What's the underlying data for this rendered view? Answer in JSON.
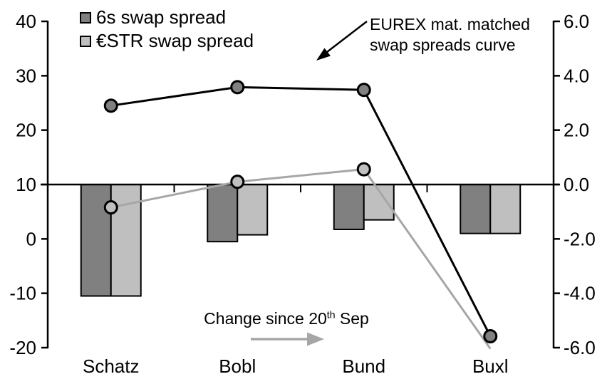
{
  "legend": {
    "items": [
      {
        "label": "6s swap spread",
        "color": "#808080"
      },
      {
        "label": "€STR swap spread",
        "color": "#bfbfbf"
      }
    ]
  },
  "annotations": {
    "curve_label_line1": "EUREX mat. matched",
    "curve_label_line2": "swap spreads curve",
    "change_label": {
      "prefix": "Change since 20",
      "sup": "th",
      "suffix": " Sep"
    }
  },
  "colors": {
    "dark_gray": "#808080",
    "light_gray": "#bfbfbf",
    "gray_line": "#a6a6a6",
    "black": "#000000"
  },
  "chart_data": {
    "type": "combo-bar-line",
    "categories": [
      "Schatz",
      "Bobl",
      "Bund",
      "Buxl"
    ],
    "left_axis": {
      "min": -20,
      "max": 40,
      "ticks": [
        "40",
        "30",
        "20",
        "10",
        "0",
        "-10",
        "-20"
      ]
    },
    "right_axis": {
      "min": -6.0,
      "max": 6.0,
      "ticks": [
        "6.0",
        "4.0",
        "2.0",
        "0.0",
        "-2.0",
        "-4.0",
        "-6.0"
      ]
    },
    "baseline_left_value": 10,
    "grid": false,
    "bar_series": [
      {
        "name": "6s swap spread",
        "note": "Change since 20th Sep",
        "axis": "right",
        "color": "#808080",
        "values": [
          -4.1,
          -2.1,
          -1.65,
          -1.8
        ]
      },
      {
        "name": "€STR swap spread",
        "note": "Change since 20th Sep",
        "axis": "right",
        "color": "#bfbfbf",
        "values": [
          -4.1,
          -1.85,
          -1.3,
          -1.8
        ]
      }
    ],
    "line_series": [
      {
        "name": "6s swap spread curve (EUREX mat. matched)",
        "axis": "left",
        "color": "#000000",
        "marker_fill": "#808080",
        "values": [
          24.5,
          27.9,
          27.4,
          -17.9
        ],
        "show_marker": [
          true,
          true,
          true,
          true
        ]
      },
      {
        "name": "€STR swap spread curve (EUREX mat. matched)",
        "axis": "left",
        "color": "#a6a6a6",
        "marker_fill": "#bfbfbf",
        "values": [
          5.8,
          10.5,
          12.8,
          -20.2
        ],
        "show_marker": [
          true,
          true,
          true,
          false
        ]
      }
    ]
  }
}
